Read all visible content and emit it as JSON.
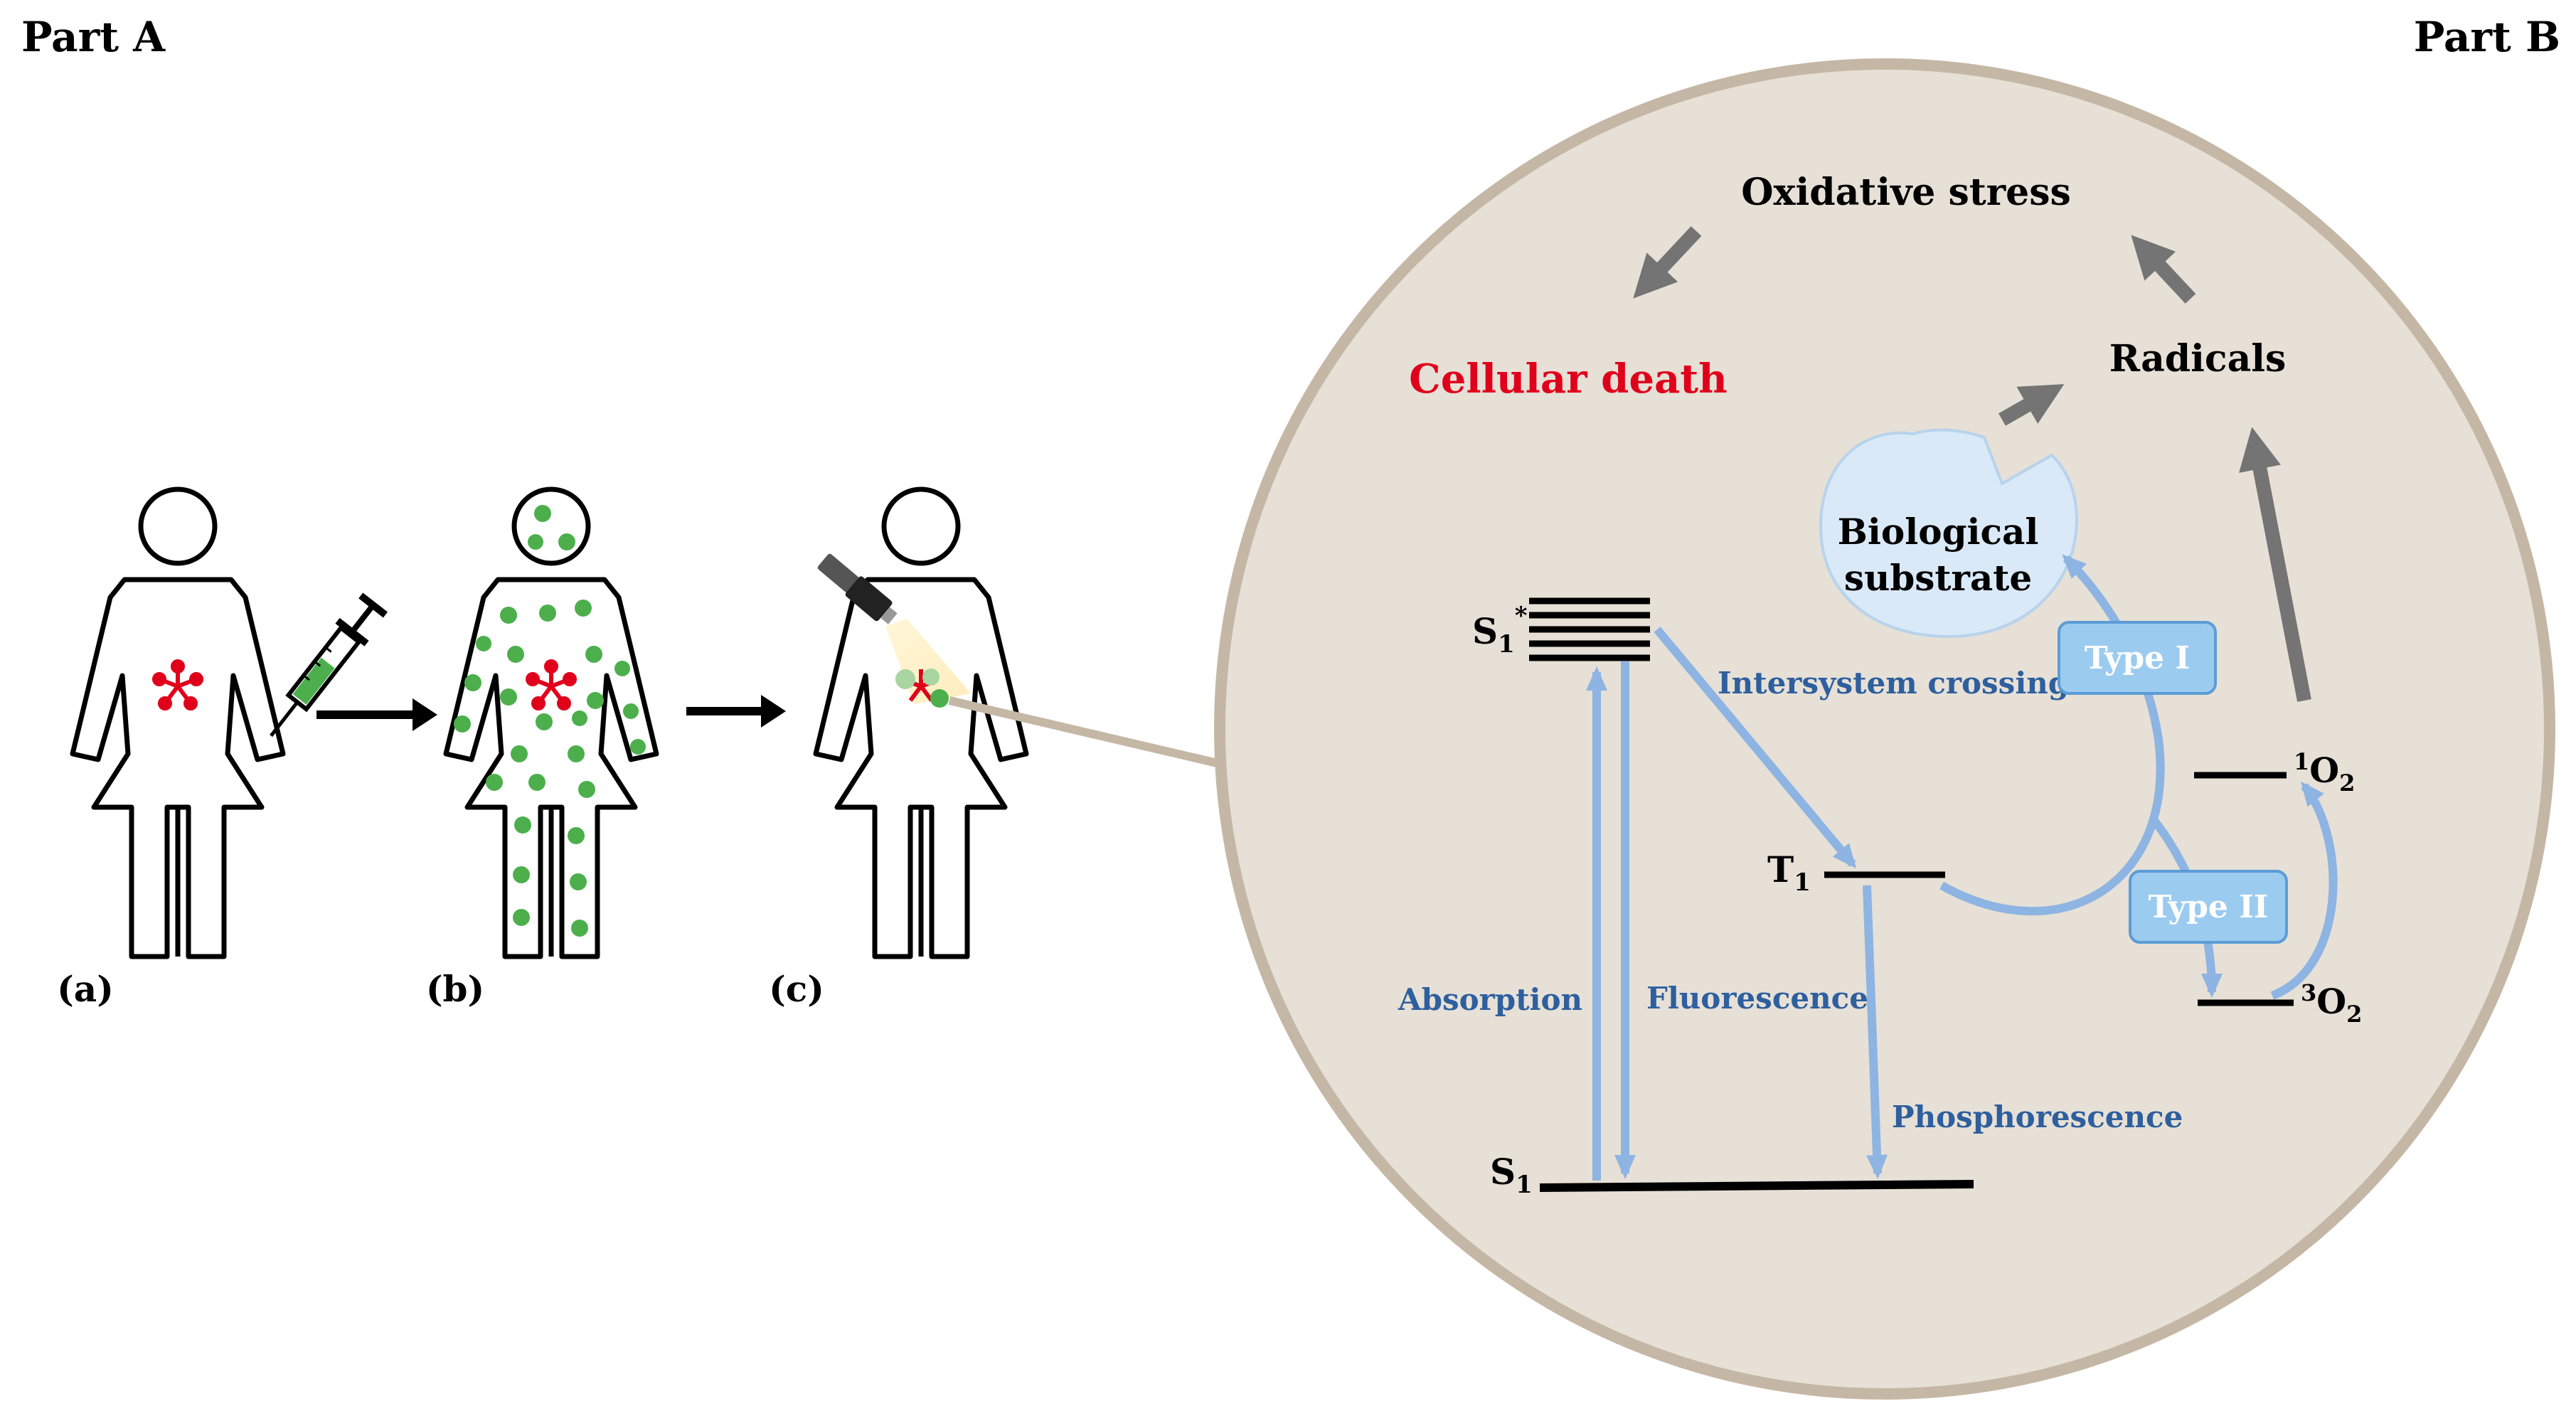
{
  "part_a": {
    "label": "Part A",
    "steps": [
      {
        "label": "(a)"
      },
      {
        "label": "(b)"
      },
      {
        "label": "(c)"
      }
    ]
  },
  "part_b": {
    "label": "Part B",
    "oxidative_stress": "Oxidative stress",
    "cellular_death": "Cellular death",
    "radicals": "Radicals",
    "biological_substrate_line1": "Biological",
    "biological_substrate_line2": "substrate",
    "states": {
      "s1_star": "S",
      "s1_star_sub": "1",
      "s1_star_sup": "*",
      "t1": "T",
      "t1_sub": "1",
      "s1": "S",
      "s1_sub": "1",
      "singlet_o2_sup": "1",
      "singlet_o2": "O",
      "singlet_o2_sub": "2",
      "triplet_o2_sup": "3",
      "triplet_o2": "O",
      "triplet_o2_sub": "2"
    },
    "processes": {
      "intersystem_crossing": "Intersystem crossing",
      "absorption": "Absorption",
      "fluorescence": "Fluorescence",
      "phosphorescence": "Phosphorescence",
      "type1": "Type I",
      "type2": "Type II"
    }
  },
  "colors": {
    "cell_fill": "#e6e0d6",
    "cell_stroke": "#c5b7a5",
    "arrow_blue": "#8db4e2",
    "label_blue": "#2e5f9e",
    "box_blue": "#9ccbf0",
    "box_blue_stroke": "#5c9cd6",
    "box_text": "#ffffff",
    "substrate_fill": "#d9e9f7",
    "gray_arrow": "#747474",
    "red": "#e0001b",
    "green": "#4caf4c",
    "black": "#000000"
  }
}
